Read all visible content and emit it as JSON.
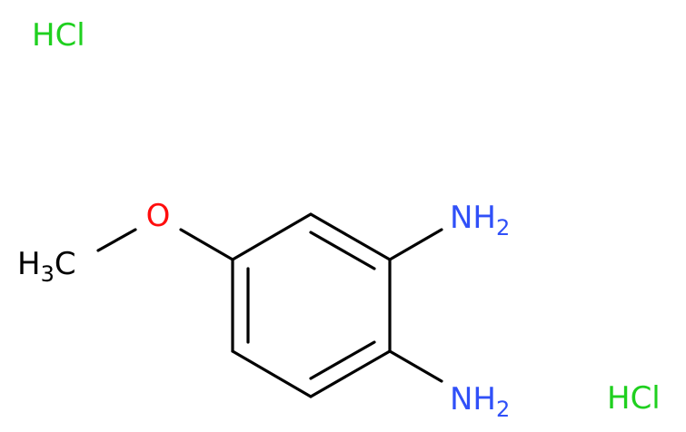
{
  "molecule": {
    "atoms": {
      "oxygen": "O",
      "methyl_main": "H",
      "methyl_sub": "3",
      "methyl_tail": "C",
      "amine_top_main": "NH",
      "amine_top_sub": "2",
      "amine_bottom_main": "NH",
      "amine_bottom_sub": "2"
    },
    "salts": {
      "hcl_top_left": "HCl",
      "hcl_bottom_right": "HCl"
    }
  },
  "colors": {
    "bond": "#000000",
    "oxygen": "#ff0d0d",
    "nitrogen": "#3050f8",
    "chlorine": "#1fd01f",
    "carbon_hydrogen": "#000000"
  }
}
